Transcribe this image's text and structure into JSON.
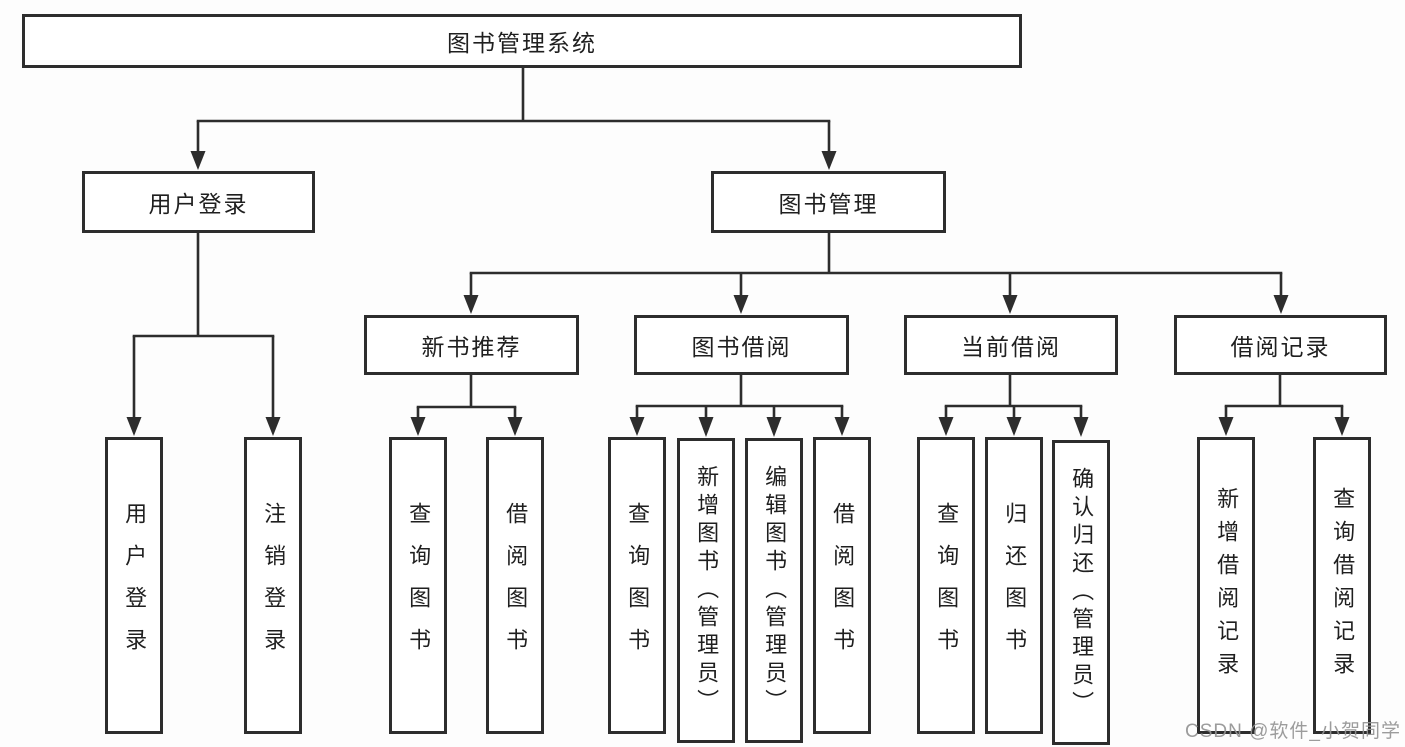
{
  "tree": {
    "root": {
      "label": "图书管理系统"
    },
    "level2": {
      "user_login": {
        "label": "用户登录"
      },
      "book_mgmt": {
        "label": "图书管理"
      }
    },
    "level3": {
      "new_book": {
        "label": "新书推荐"
      },
      "book_borrow": {
        "label": "图书借阅"
      },
      "current_borrow": {
        "label": "当前借阅"
      },
      "borrow_record": {
        "label": "借阅记录"
      }
    },
    "leaves": {
      "user_login": [
        "用户登录",
        "注销登录"
      ],
      "new_book": [
        "查询图书",
        "借阅图书"
      ],
      "book_borrow": [
        "查询图书",
        "新增图书（管理员）",
        "编辑图书（管理员）",
        "借阅图书"
      ],
      "current_borrow": [
        "查询图书",
        "归还图书",
        "确认归还（管理员）"
      ],
      "borrow_record": [
        "新增借阅记录",
        "查询借阅记录"
      ]
    }
  },
  "watermark": {
    "text": "CSDN @软件_小贺同学"
  },
  "colors": {
    "line": "#2d2d2d",
    "box_border": "#2d2d2d",
    "box_background": "#ffffff",
    "text": "#1f1f1f",
    "watermark": "#949494",
    "page_background": "#fdfdfd"
  }
}
